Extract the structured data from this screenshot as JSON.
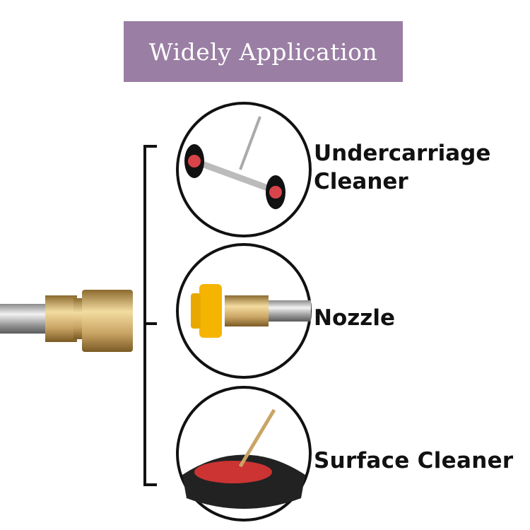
{
  "banner": {
    "title": "Widely Application"
  },
  "applications": [
    {
      "line1": "Undercarriage",
      "line2": "Cleaner"
    },
    {
      "line1": "Nozzle"
    },
    {
      "line1": "Surface Cleaner"
    }
  ],
  "colors": {
    "banner": "#9a7ea3",
    "brass": "#c9a464",
    "yellow": "#f5b400"
  }
}
